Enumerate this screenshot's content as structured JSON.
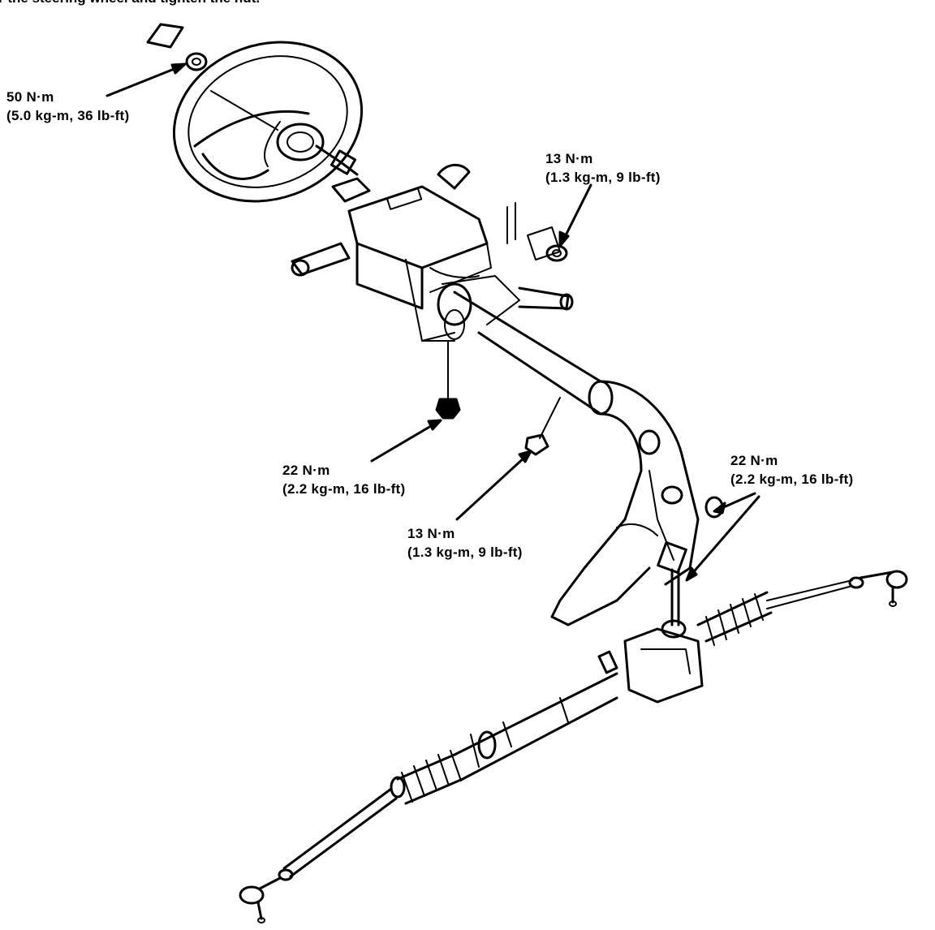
{
  "caption": "r the steering wheel and tighten the nut.",
  "labels": {
    "wheel_nut": {
      "line1": "50 N·m",
      "line2": "(5.0 kg-m, 36 lb-ft)"
    },
    "upper_nut": {
      "line1": "13 N·m",
      "line2": "(1.3 kg-m, 9 lb-ft)"
    },
    "column_bolt": {
      "line1": "22 N·m",
      "line2": "(2.2 kg-m, 16 lb-ft)"
    },
    "lower_nut": {
      "line1": "13 N·m",
      "line2": "(1.3 kg-m, 9 lb-ft)"
    },
    "joint_bolts": {
      "line1": "22 N·m",
      "line2": "(2.2 kg-m, 16 lb-ft)"
    }
  }
}
